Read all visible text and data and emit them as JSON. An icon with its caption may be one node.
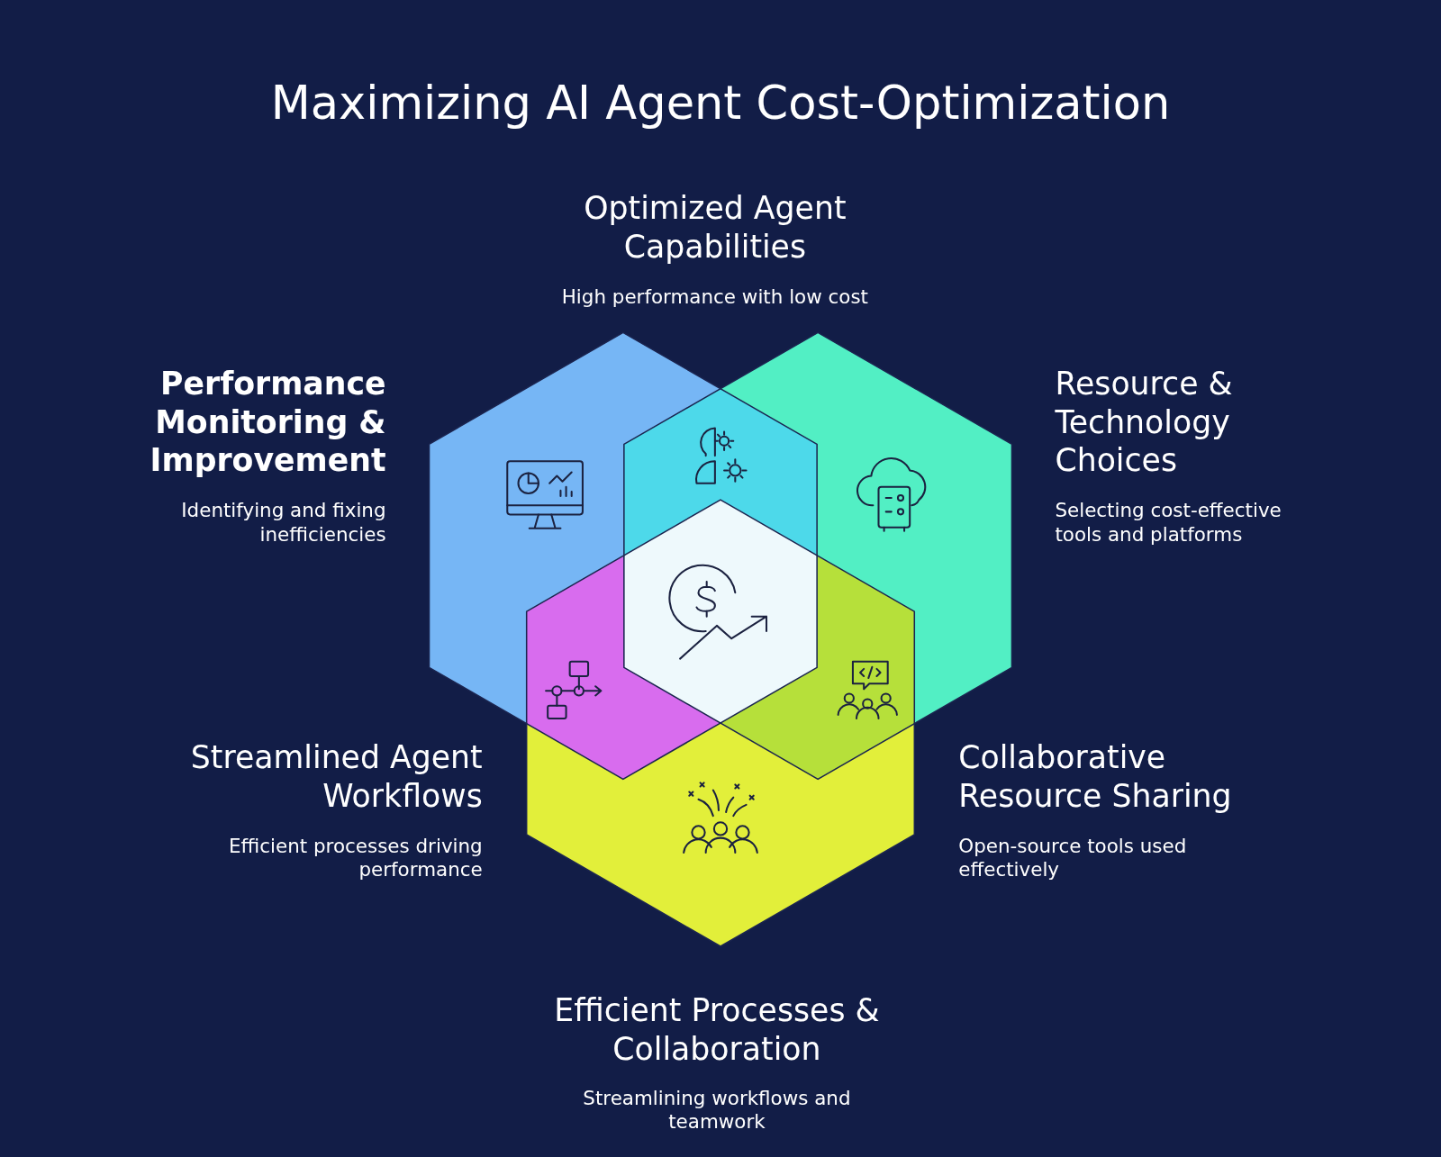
{
  "diagram": {
    "title": "Maximizing AI Agent Cost-Optimization",
    "labels": [
      "Optimized Agent Capabilities",
      "High performance with low cost",
      "Performance Monitoring & Improvement",
      "Identifying and fixing inefficiencies",
      "Resource & Technology Choices",
      "Selecting cost-effective tools and platforms",
      "Streamlined Agent Workflows",
      "Efficient processes driving performance",
      "Collaborative Resource Sharing",
      "Open-source tools used effectively",
      "Efficient Processes & Collaboration",
      "Streamlining workflows and teamwork"
    ]
  }
}
